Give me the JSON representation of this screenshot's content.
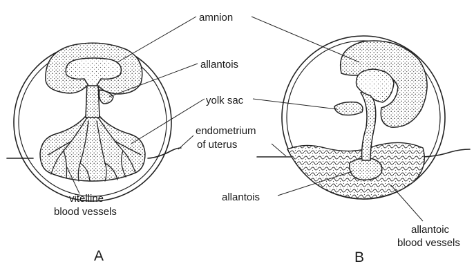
{
  "labels": {
    "amnion": "amnion",
    "allantois_top": "allantois",
    "yolk_sac": "yolk sac",
    "endometrium_line1": "endometrium",
    "endometrium_line2": "of uterus",
    "allantois_bottom": "allantois",
    "vitelline_line1": "vitelline",
    "vitelline_line2": "blood vessels",
    "allantoic_line1": "allantoic",
    "allantoic_line2": "blood vessels",
    "panel_a": "A",
    "panel_b": "B"
  },
  "colors": {
    "ink": "#222222",
    "background": "#ffffff"
  }
}
